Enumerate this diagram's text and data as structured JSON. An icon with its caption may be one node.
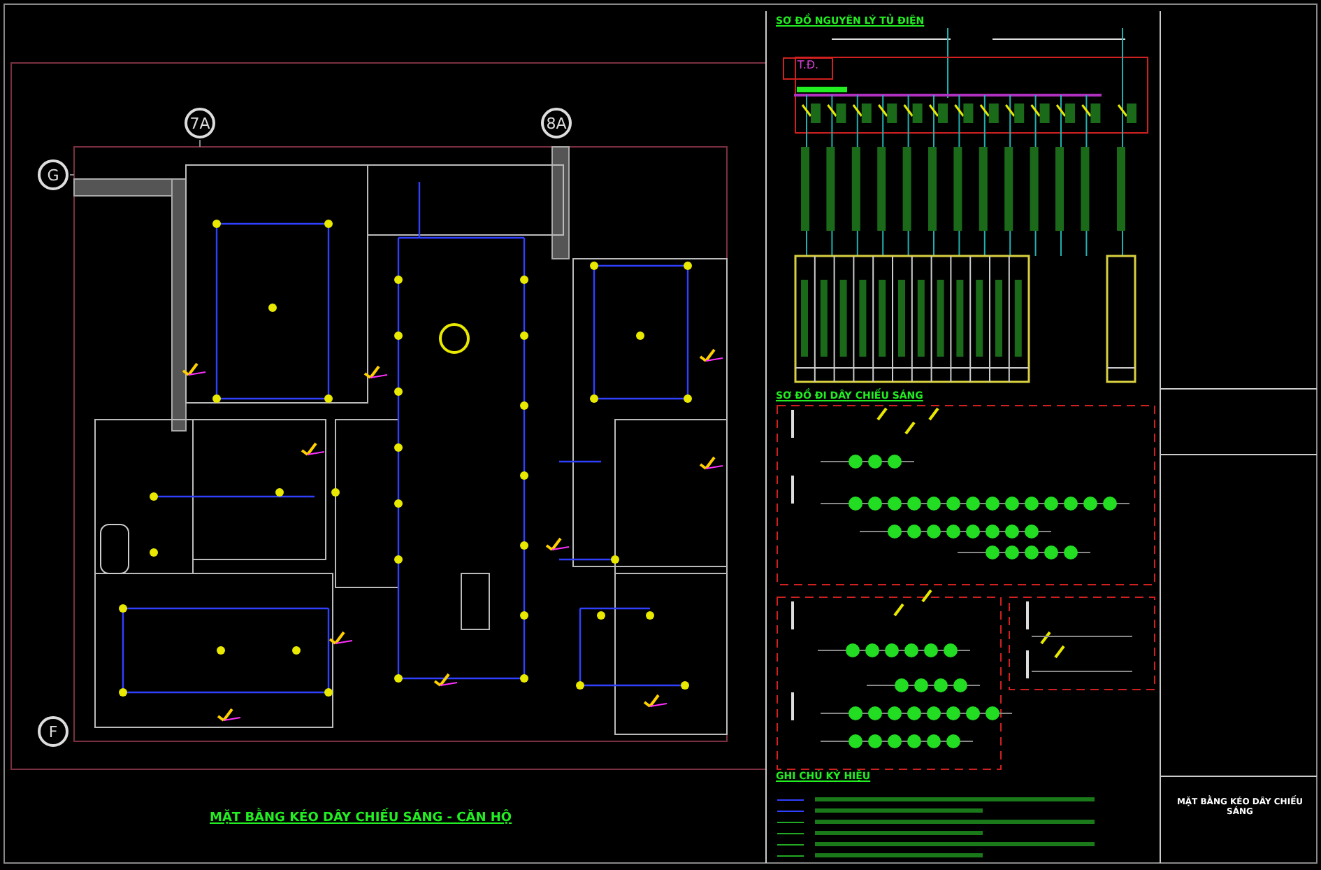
{
  "diagram": {
    "title": "MẶT BẰNG KÉO DÂY CHIẾU SÁNG - CĂN HỘ",
    "nodes": [
      {
        "text": [
          "7A"
        ]
      },
      {
        "text": [
          "8A"
        ]
      },
      {
        "text": [
          "G"
        ]
      },
      {
        "text": [
          "F"
        ]
      },
      {
        "text": [
          "T.Đ."
        ]
      }
    ],
    "labels": [
      "SƠ ĐỒ NGUYÊN LÝ TỦ ĐIỆN",
      "SƠ ĐỒ ĐI DÂY CHIẾU SÁNG",
      "GHI CHÚ KÝ HIỆU",
      "MẶT BẰNG KÉO DÂY CHIẾU SÁNG"
    ]
  }
}
